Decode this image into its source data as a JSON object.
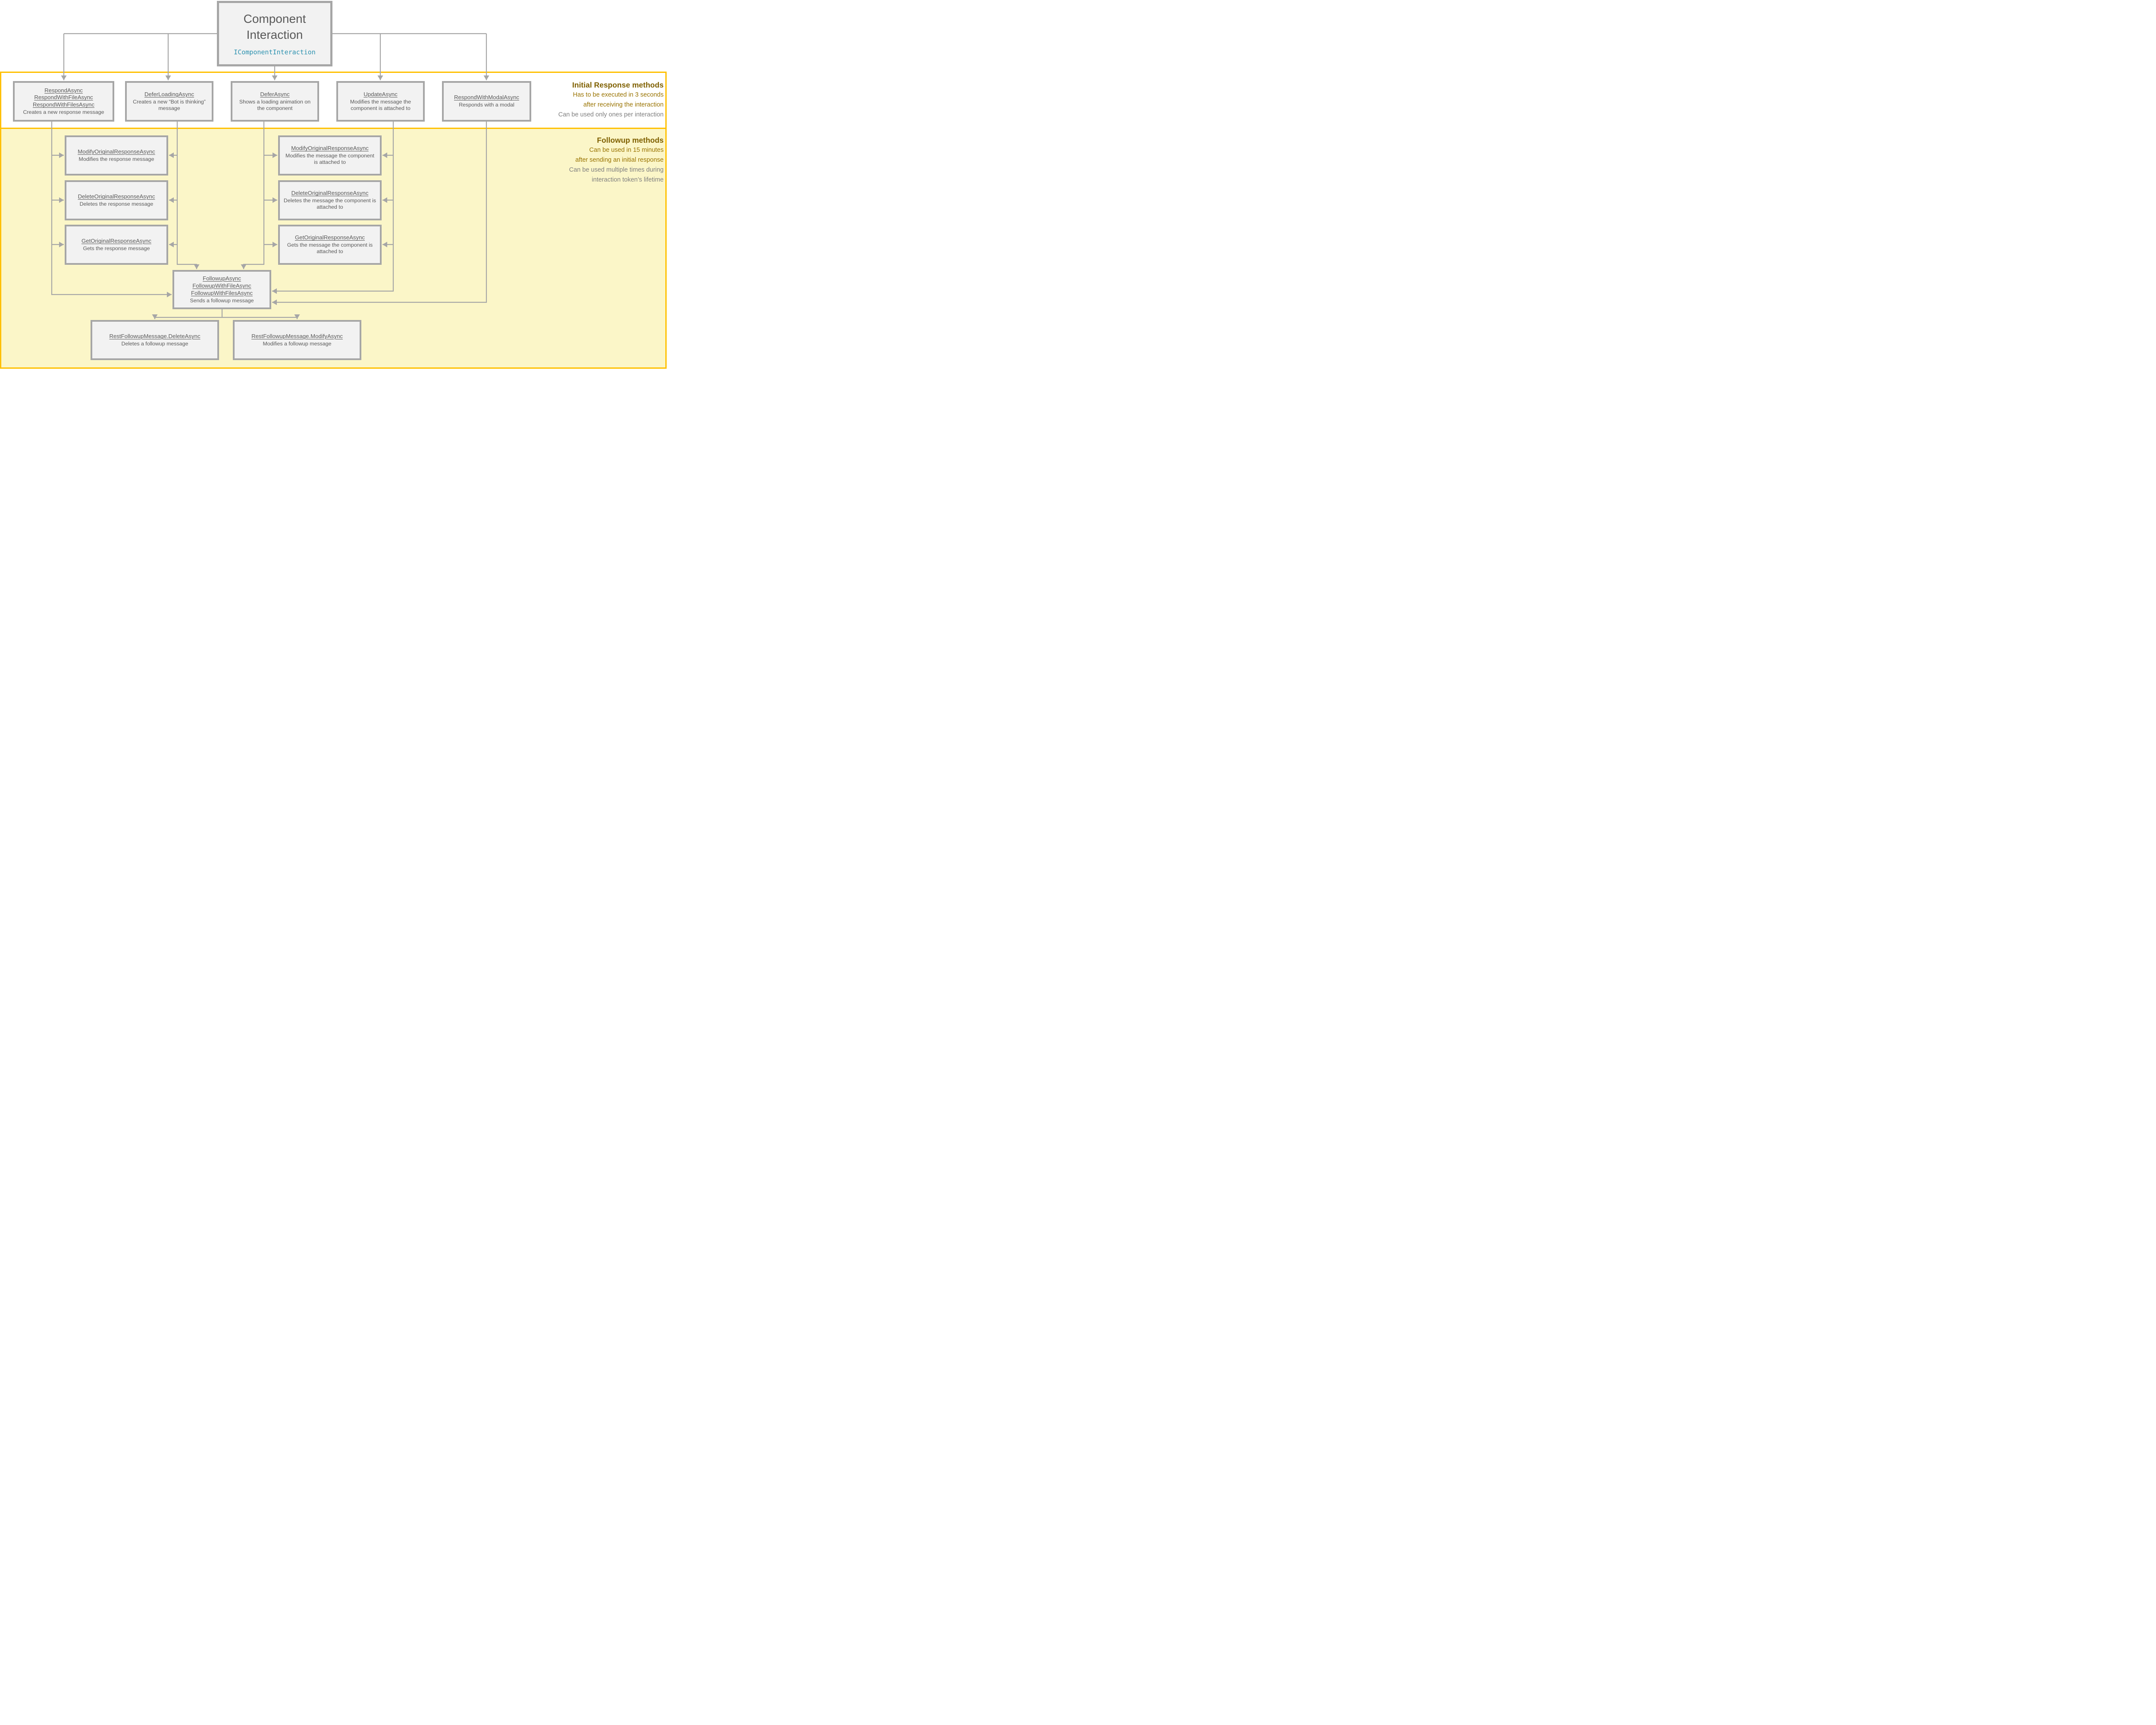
{
  "root_box": {
    "title_line1": "Component",
    "title_line2": "Interaction",
    "interface_name": "IComponentInteraction"
  },
  "initial_section": {
    "heading": "Initial Response methods",
    "notes_gold": [
      "Has to be executed in 3 seconds",
      "after receiving the interaction"
    ],
    "notes_gray": [
      "Can be used only ones per interaction"
    ],
    "boxes": [
      {
        "methods": [
          "RespondAsync",
          "RespondWithFileAsync",
          "RespondWithFilesAsync"
        ],
        "description": "Creates a new response message"
      },
      {
        "methods": [
          "DeferLoadingAsync"
        ],
        "description": "Creates a new “Bot is thinking” message"
      },
      {
        "methods": [
          "DeferAsync"
        ],
        "description": "Shows a loading animation on the component"
      },
      {
        "methods": [
          "UpdateAsync"
        ],
        "description": "Modifies the message the component is attached to"
      },
      {
        "methods": [
          "RespondWithModalAsync"
        ],
        "description": "Responds with a modal"
      }
    ]
  },
  "followup_section": {
    "heading": "Followup methods",
    "notes_gold": [
      "Can be used in 15 minutes",
      "after sending an initial response"
    ],
    "notes_gray": [
      "Can be used multiple times during",
      "interaction token’s lifetime"
    ],
    "left_boxes": [
      {
        "methods": [
          "ModifyOriginalResponseAsync"
        ],
        "description": "Modifies the response message"
      },
      {
        "methods": [
          "DeleteOriginalResponseAsync"
        ],
        "description": "Deletes the response message"
      },
      {
        "methods": [
          "GetOriginalResponseAsync"
        ],
        "description": "Gets the response message"
      }
    ],
    "middle_boxes": [
      {
        "methods": [
          "ModifyOriginalResponseAsync"
        ],
        "description": "Modifies the message the component is attached to"
      },
      {
        "methods": [
          "DeleteOriginalResponseAsync"
        ],
        "description": "Deletes the message the component is attached to"
      },
      {
        "methods": [
          "GetOriginalResponseAsync"
        ],
        "description": "Gets  the message the component is attached to"
      }
    ],
    "followup_box": {
      "methods": [
        "FollowupAsync",
        "FollowupWithFileAsync",
        "FollowupWithFilesAsync"
      ],
      "description": "Sends a followup message"
    },
    "bottom_boxes": [
      {
        "methods": [
          "RestFollowupMessage.DeleteAsync"
        ],
        "description": "Deletes a followup message"
      },
      {
        "methods": [
          "RestFollowupMessage.ModifyAsync"
        ],
        "description": "Modifies a followup message"
      }
    ]
  },
  "colors": {
    "gold_border": "#FFC000",
    "heading_gold": "#7F6000",
    "note_gold": "#997300",
    "note_gray": "#7F7F7F",
    "box_fill": "#F2F2F2",
    "box_border": "#A6A6A6",
    "connector": "#A6A6A6",
    "text_gray": "#595959",
    "interface_teal": "#2B91AF",
    "followup_bg": "#FBF6C8"
  }
}
